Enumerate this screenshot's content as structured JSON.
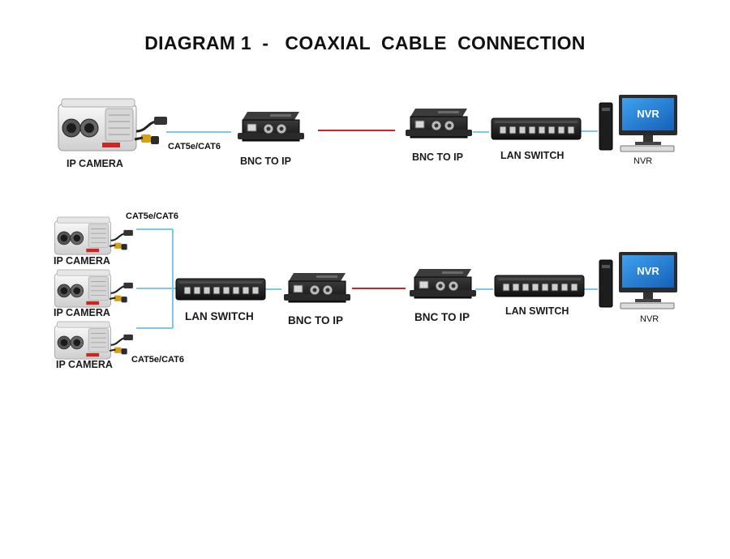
{
  "title": "DIAGRAM 1  -   COAXIAL  CABLE  CONNECTION",
  "colors": {
    "cat_cable": "#7ec8e3",
    "coax_cable": "#c62828",
    "device_body": "#1e1e1e",
    "camera_body": "#eeeeee",
    "nvr_screen": "#1f7fd8"
  },
  "row1": {
    "camera_label": "IP CAMERA",
    "cable_label": "CAT5e/CAT6",
    "converter1_label": "BNC TO IP",
    "converter2_label": "BNC TO IP",
    "switch_label": "LAN SWITCH",
    "nvr_screen_text": "NVR",
    "nvr_label": "NVR"
  },
  "row2": {
    "cable_label_top": "CAT5e/CAT6",
    "cable_label_bottom": "CAT5e/CAT6",
    "cameras": [
      {
        "label": "IP CAMERA"
      },
      {
        "label": "IP CAMERA"
      },
      {
        "label": "IP CAMERA"
      }
    ],
    "switch1_label": "LAN SWITCH",
    "converter1_label": "BNC TO IP",
    "converter2_label": "BNC TO IP",
    "switch2_label": "LAN SWITCH",
    "nvr_screen_text": "NVR",
    "nvr_label": "NVR"
  }
}
